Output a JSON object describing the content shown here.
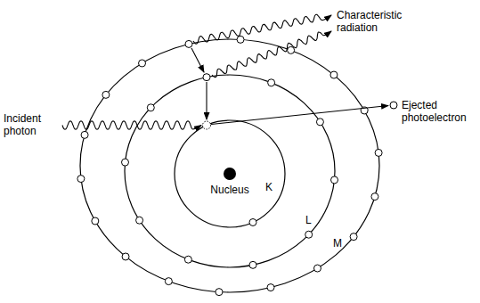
{
  "diagram": {
    "labels": [
      "Characteristic radiation",
      "Ejected photoelectron",
      "Incident photon",
      "Nucleus",
      "K",
      "L",
      "M"
    ]
  }
}
